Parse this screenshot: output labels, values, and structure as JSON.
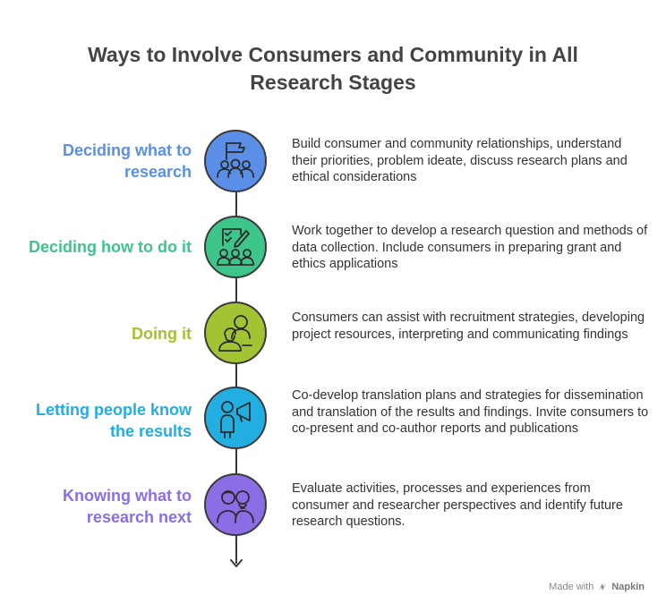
{
  "title": "Ways to Involve Consumers and Community in All Research Stages",
  "colors": {
    "stage1": "#5b8ee6",
    "stage2": "#3ec58a",
    "stage3": "#a3c432",
    "stage4": "#22aee0",
    "stage5": "#8b6ee6"
  },
  "stages": [
    {
      "label": "Deciding what to research",
      "icon": "team-flag-icon",
      "description": "Build consumer and community relationships, understand their priorities, problem ideate, discuss research plans and ethical considerations"
    },
    {
      "label": "Deciding how to do it",
      "icon": "checklist-team-icon",
      "description": "Work together to develop a research question and methods of data collection. Include consumers in preparing grant and ethics applications"
    },
    {
      "label": "Doing it",
      "icon": "people-working-icon",
      "description": "Consumers can assist with recruitment strategies, developing project resources, interpreting and communicating findings"
    },
    {
      "label": "Letting people know the results",
      "icon": "megaphone-person-icon",
      "description": "Co-develop translation plans and strategies for dissemination and translation of the results and findings. Invite consumers to co-present and co-author reports and publications"
    },
    {
      "label": "Knowing what to research next",
      "icon": "two-people-icon",
      "description": "Evaluate activities, processes and experiences from consumer and researcher perspectives and identify future research questions."
    }
  ],
  "footer": {
    "made_with": "Made with",
    "brand": "Napkin"
  }
}
